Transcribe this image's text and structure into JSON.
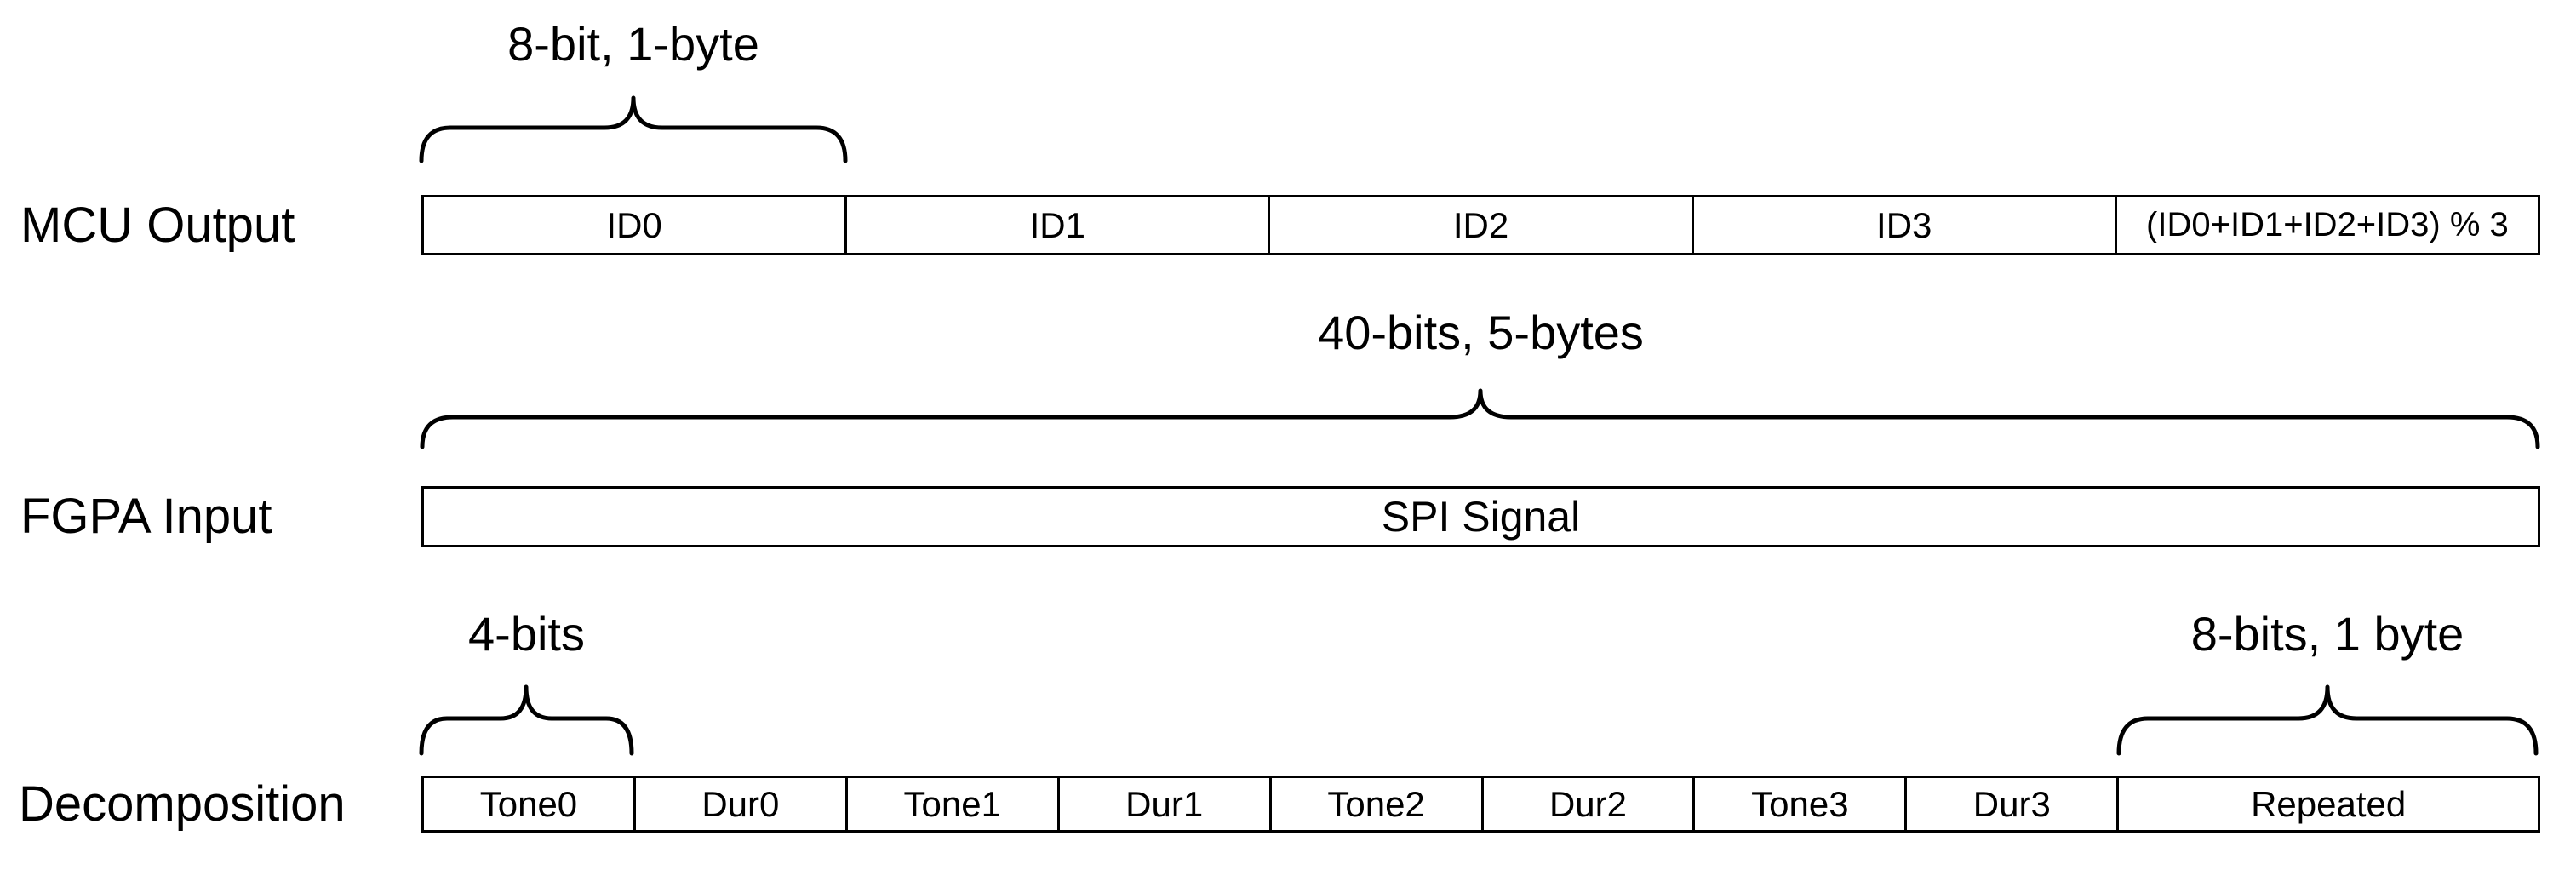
{
  "diagram": {
    "colors": {
      "background": "#ffffff",
      "line": "#000000",
      "text": "#000000"
    },
    "annotations": [
      {
        "text": "8-bit, 1-byte",
        "target": "ID0"
      },
      {
        "text": "40-bits, 5-bytes",
        "target": "SPI Signal"
      },
      {
        "text": "4-bits",
        "target": "Tone0"
      },
      {
        "text": "8-bits, 1 byte",
        "target": "Repeated"
      }
    ],
    "rows": [
      {
        "label": "MCU Output",
        "cells": [
          "ID0",
          "ID1",
          "ID2",
          "ID3",
          "(ID0+ID1+ID2+ID3) % 3"
        ]
      },
      {
        "label": "FGPA Input",
        "cells": [
          "SPI Signal"
        ]
      },
      {
        "label": "Decomposition",
        "cells": [
          "Tone0",
          "Dur0",
          "Tone1",
          "Dur1",
          "Tone2",
          "Dur2",
          "Tone3",
          "Dur3",
          "Repeated"
        ]
      }
    ]
  }
}
